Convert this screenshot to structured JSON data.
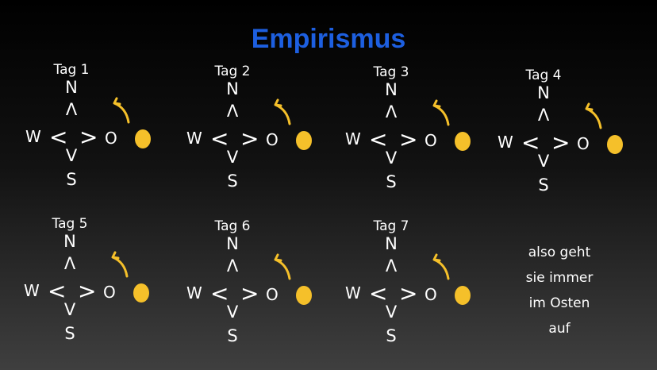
{
  "title": "Empirismus",
  "compass": {
    "n": "N",
    "s": "S",
    "w": "W",
    "o": "O",
    "up": "Λ",
    "down": "V",
    "left": "<",
    "right": ">"
  },
  "days": [
    {
      "label": "Tag 1"
    },
    {
      "label": "Tag 2"
    },
    {
      "label": "Tag 3"
    },
    {
      "label": "Tag 4"
    },
    {
      "label": "Tag 5"
    },
    {
      "label": "Tag 6"
    },
    {
      "label": "Tag 7"
    }
  ],
  "note": [
    "also geht",
    "sie immer",
    "im Osten",
    "auf"
  ],
  "colors": {
    "title": "#1d5fe0",
    "sun": "#f5c02a"
  }
}
